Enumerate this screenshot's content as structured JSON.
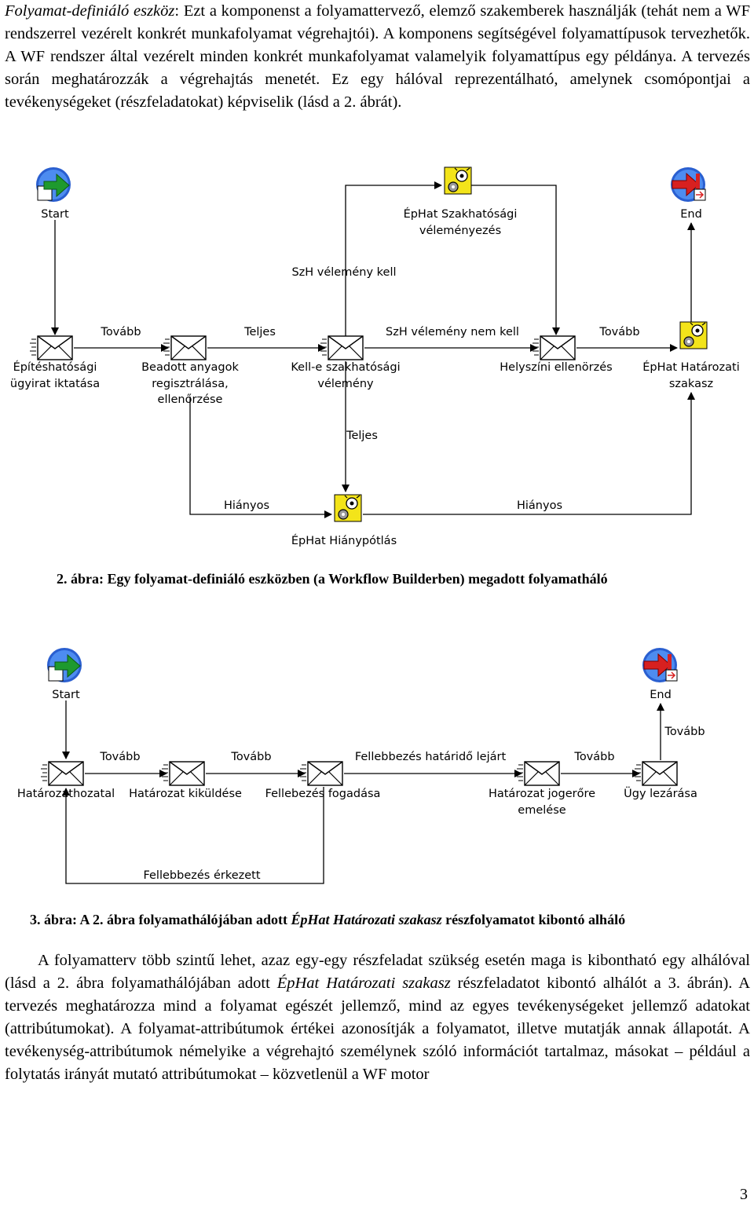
{
  "top_paragraph": {
    "term": "Folyamat-definiáló eszköz",
    "text": ": Ezt a komponenst a folyamattervező, elemző szakemberek használják (tehát nem a WF rendszerrel vezérelt konkrét munkafolyamat végrehajtói). A komponens segítségével folyamattípusok tervezhetők. A WF rendszer által vezérelt minden konkrét munkafolyamat valamelyik folyamattípus egy példánya. A tervezés során meghatározzák a végrehajtás menetét. Ez egy hálóval reprezentálható, amelynek csomópontjai a tevékenységeket (részfeladatokat) képviselik (lásd a 2. ábrát)."
  },
  "figure2": {
    "caption": "2. ábra: Egy folyamat-definiáló eszközben (a Workflow Builderben) megadott folyamatháló",
    "nodes": {
      "start": "Start",
      "end": "End",
      "szakhat_1": "ÉpHat Szakhatósági",
      "szakhat_2": "véleményezés",
      "iktatas_1": "Építéshatósági",
      "iktatas_2": "ügyirat iktatása",
      "beadott_1": "Beadott anyagok",
      "beadott_2": "regisztrálása,",
      "beadott_3": "ellenőrzése",
      "kell_1": "Kell-e szakhatósági",
      "kell_2": "vélemény",
      "helyszini": "Helyszíni ellenörzés",
      "hatarozati_1": "ÉpHat Határozati",
      "hatarozati_2": "szakasz",
      "hianypotlas": "ÉpHat Hiánypótlás"
    },
    "edges": {
      "tovabb_1": "Tovább",
      "teljes_1": "Teljes",
      "szh_nem_kell": "SzH vélemény nem kell",
      "tovabb_2": "Tovább",
      "szh_kell": "SzH vélemény kell",
      "teljes_2": "Teljes",
      "hianyos_1": "Hiányos",
      "hianyos_2": "Hiányos"
    }
  },
  "figure3": {
    "caption_pre": "3. ábra: A 2. ábra folyamathálójában adott ",
    "caption_italic": "ÉpHat Határozati szakasz",
    "caption_post": " részfolyamatot kibontó alháló",
    "nodes": {
      "start": "Start",
      "end": "End",
      "hatarozathozatal": "Határozathozatal",
      "kikuldese": "Határozat kiküldése",
      "fellebezes_fogadasa": "Fellebezés fogadása",
      "jogerore_1": "Határozat jogerőre",
      "jogerore_2": "emelése",
      "ugy_lezarasa": "Ügy lezárása"
    },
    "edges": {
      "tovabb_1": "Tovább",
      "tovabb_2": "Tovább",
      "hatarido": "Fellebbezés határidő lejárt",
      "tovabb_3": "Tovább",
      "tovabb_4": "Tovább",
      "erkezett": "Fellebbezés érkezett"
    }
  },
  "bottom_paragraph": {
    "part1": "A folyamatterv több szintű lehet, azaz egy-egy részfeladat szükség esetén maga is kibontható egy alhálóval (lásd a 2. ábra folyamathálójában adott ",
    "italic": "ÉpHat Határozati szakasz",
    "part2": " részfeladatot kibontó alhálót a 3. ábrán). A tervezés meghatározza mind a folyamat egészét jellemző, mind az egyes tevékenységeket jellemző adatokat (attribútumokat). A folyamat-attribútumok értékei azonosítják a folyamatot, illetve mutatják annak állapotát. A tevékenység-attribútumok némelyike a végrehajtó személynek szóló információt tartalmaz, másokat – például a folytatás irányát mutató attribútumokat – közvetlenül a WF motor"
  },
  "page_number": "3",
  "colors": {
    "start_green": "#1e9a2e",
    "end_red": "#d82020",
    "icon_blue": "#2a5fd0",
    "subprocess_yellow": "#f3e41a"
  },
  "icons": [
    "start-icon",
    "end-icon",
    "envelope-icon",
    "subprocess-icon"
  ]
}
